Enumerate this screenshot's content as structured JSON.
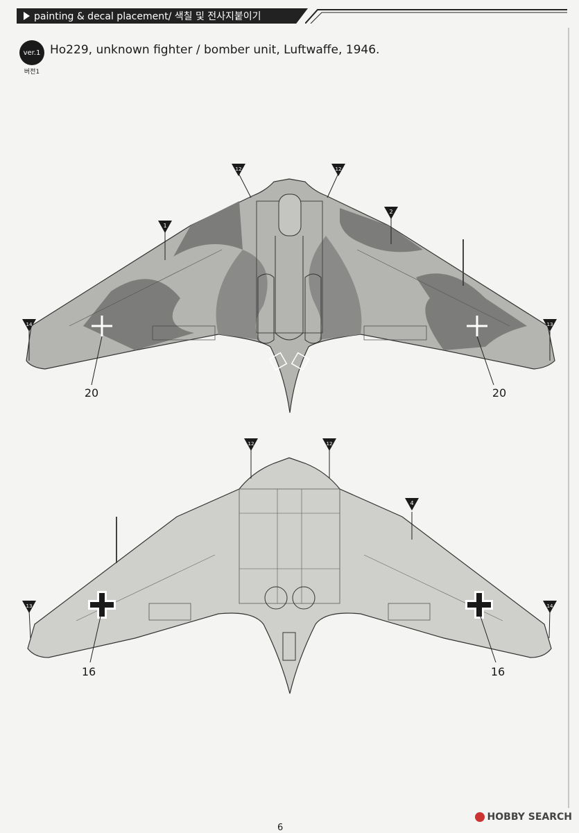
{
  "header": {
    "title": "painting & decal placement/ 색칠 및 전사지붙이기"
  },
  "version": {
    "badge": "ver.1",
    "sub": "버전1"
  },
  "title": "Ho229, unknown fighter / bomber unit, Luftwaffe, 1946.",
  "top_view": {
    "markers": [
      "1",
      "2",
      "12",
      "12",
      "13",
      "14"
    ],
    "callouts": [
      "20",
      "20"
    ]
  },
  "bottom_view": {
    "markers": [
      "4",
      "12",
      "12",
      "13",
      "14"
    ],
    "callouts": [
      "16",
      "16"
    ]
  },
  "page_number": "6",
  "watermark": "HOBBY SEARCH",
  "colors": {
    "camo_dark": "#7c7c7a",
    "camo_light": "#b4b5b1",
    "underside": "#cfd0cc",
    "ink": "#1a1a1a"
  }
}
